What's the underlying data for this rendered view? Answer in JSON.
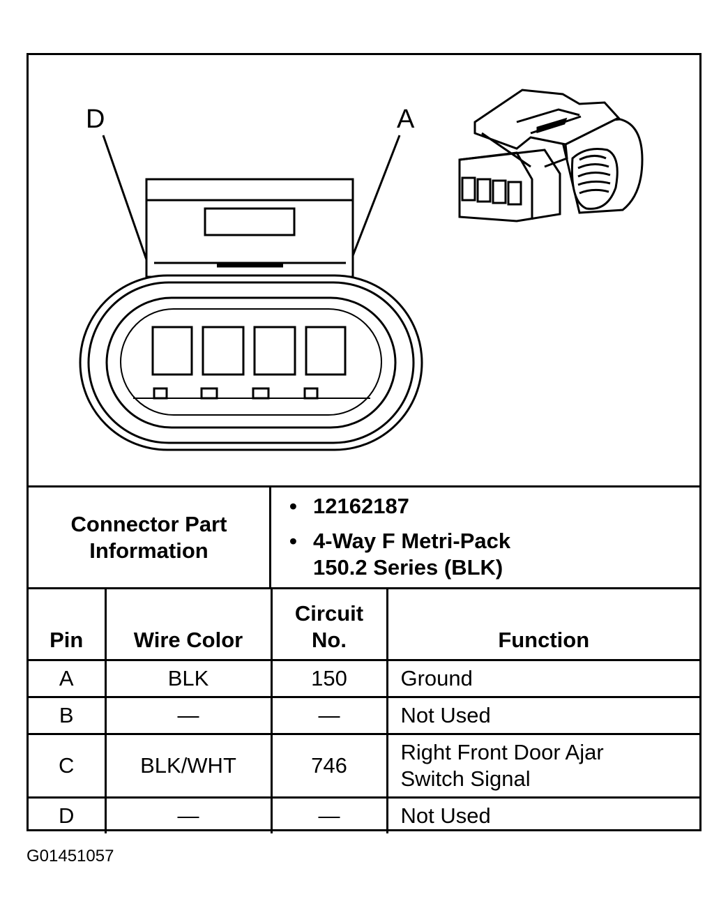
{
  "diagram": {
    "pin_callouts": {
      "left": "D",
      "right": "A"
    },
    "icons": [
      "connector-face-drawing",
      "connector-3d-drawing"
    ]
  },
  "connector_info": {
    "label_lines": [
      "Connector Part",
      "Information"
    ],
    "bullet": "•",
    "items": [
      {
        "lines": [
          "12162187"
        ]
      },
      {
        "lines": [
          "4-Way F Metri-Pack",
          "150.2 Series (BLK)"
        ]
      }
    ]
  },
  "pin_table": {
    "headers": {
      "pin": "Pin",
      "wire_color": "Wire Color",
      "circuit_lines": [
        "Circuit",
        "No."
      ],
      "function": "Function"
    },
    "rows": [
      {
        "pin": "A",
        "wire_color": "BLK",
        "circuit": "150",
        "function_lines": [
          "Ground"
        ]
      },
      {
        "pin": "B",
        "wire_color": "—",
        "circuit": "—",
        "function_lines": [
          "Not Used"
        ]
      },
      {
        "pin": "C",
        "wire_color": "BLK/WHT",
        "circuit": "746",
        "function_lines": [
          "Right Front Door Ajar",
          "Switch Signal"
        ]
      },
      {
        "pin": "D",
        "wire_color": "—",
        "circuit": "—",
        "function_lines": [
          "Not Used"
        ]
      }
    ]
  },
  "figure_id": "G01451057"
}
